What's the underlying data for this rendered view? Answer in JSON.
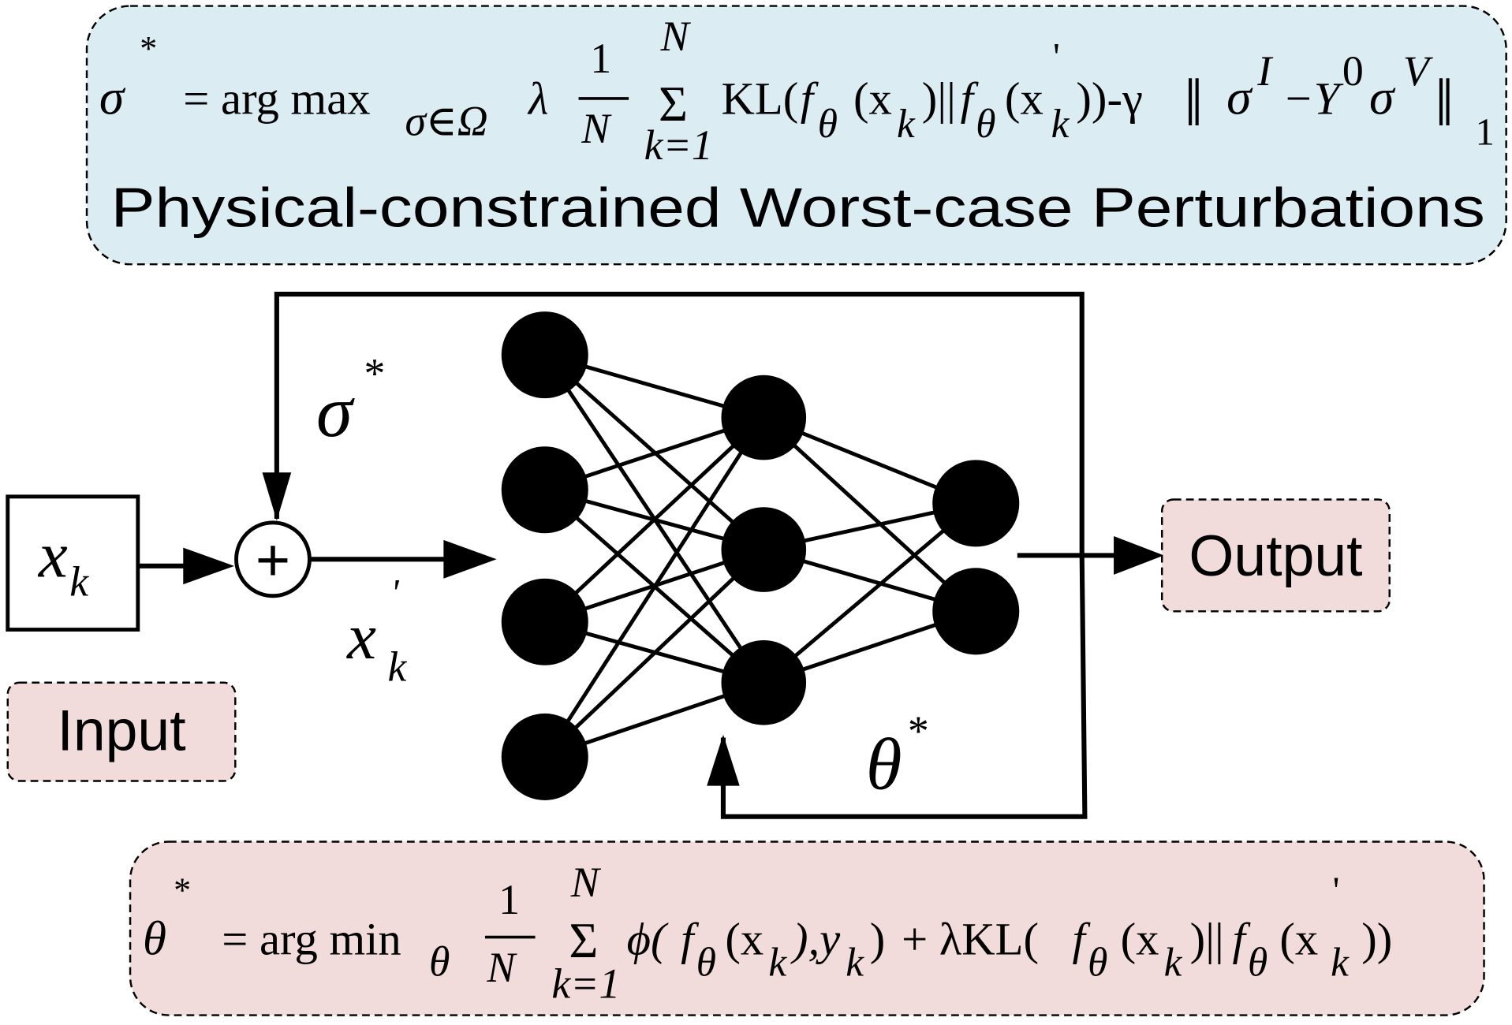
{
  "colors": {
    "top_box": "#dbecf2",
    "bottom_box": "#f2dcdb",
    "label_box": "#f2dcdb",
    "stroke": "#000000"
  },
  "top_panel": {
    "title": "Physical-constrained Worst-case Perturbations",
    "equation_tokens": [
      "σ",
      "*",
      "= arg max",
      "σ∈Ω",
      "λ",
      "1",
      "N",
      "N",
      "Σ",
      "k=1",
      "KL(",
      "f",
      "θ",
      "(x",
      "k",
      ")||",
      "f",
      "θ",
      "(x",
      "'",
      "k",
      "))-γ",
      "‖",
      "σ",
      "I",
      "−Y",
      "0",
      "σ",
      "V",
      "‖",
      "1"
    ]
  },
  "bottom_panel": {
    "equation_tokens": [
      "θ",
      "*",
      "= arg min",
      "θ",
      "1",
      "N",
      "N",
      "Σ",
      "k=1",
      "ϕ(",
      "f",
      "θ",
      "(x",
      "k",
      "),y",
      "k",
      ")",
      "+ λKL(",
      "f",
      "θ",
      "(x",
      "k",
      ")||",
      "f",
      "θ",
      "(x",
      "'",
      "k",
      "))"
    ]
  },
  "network": {
    "input_symbol": "x",
    "input_sub": "k",
    "plus_symbol": "+",
    "perturbation_label": "σ",
    "perturbation_sup": "*",
    "perturbed_symbol": "x",
    "perturbed_sup": "'",
    "perturbed_sub": "k",
    "param_label": "θ",
    "param_sup": "*",
    "layers": [
      4,
      3,
      2
    ],
    "input_label": "Input",
    "output_label": "Output"
  }
}
